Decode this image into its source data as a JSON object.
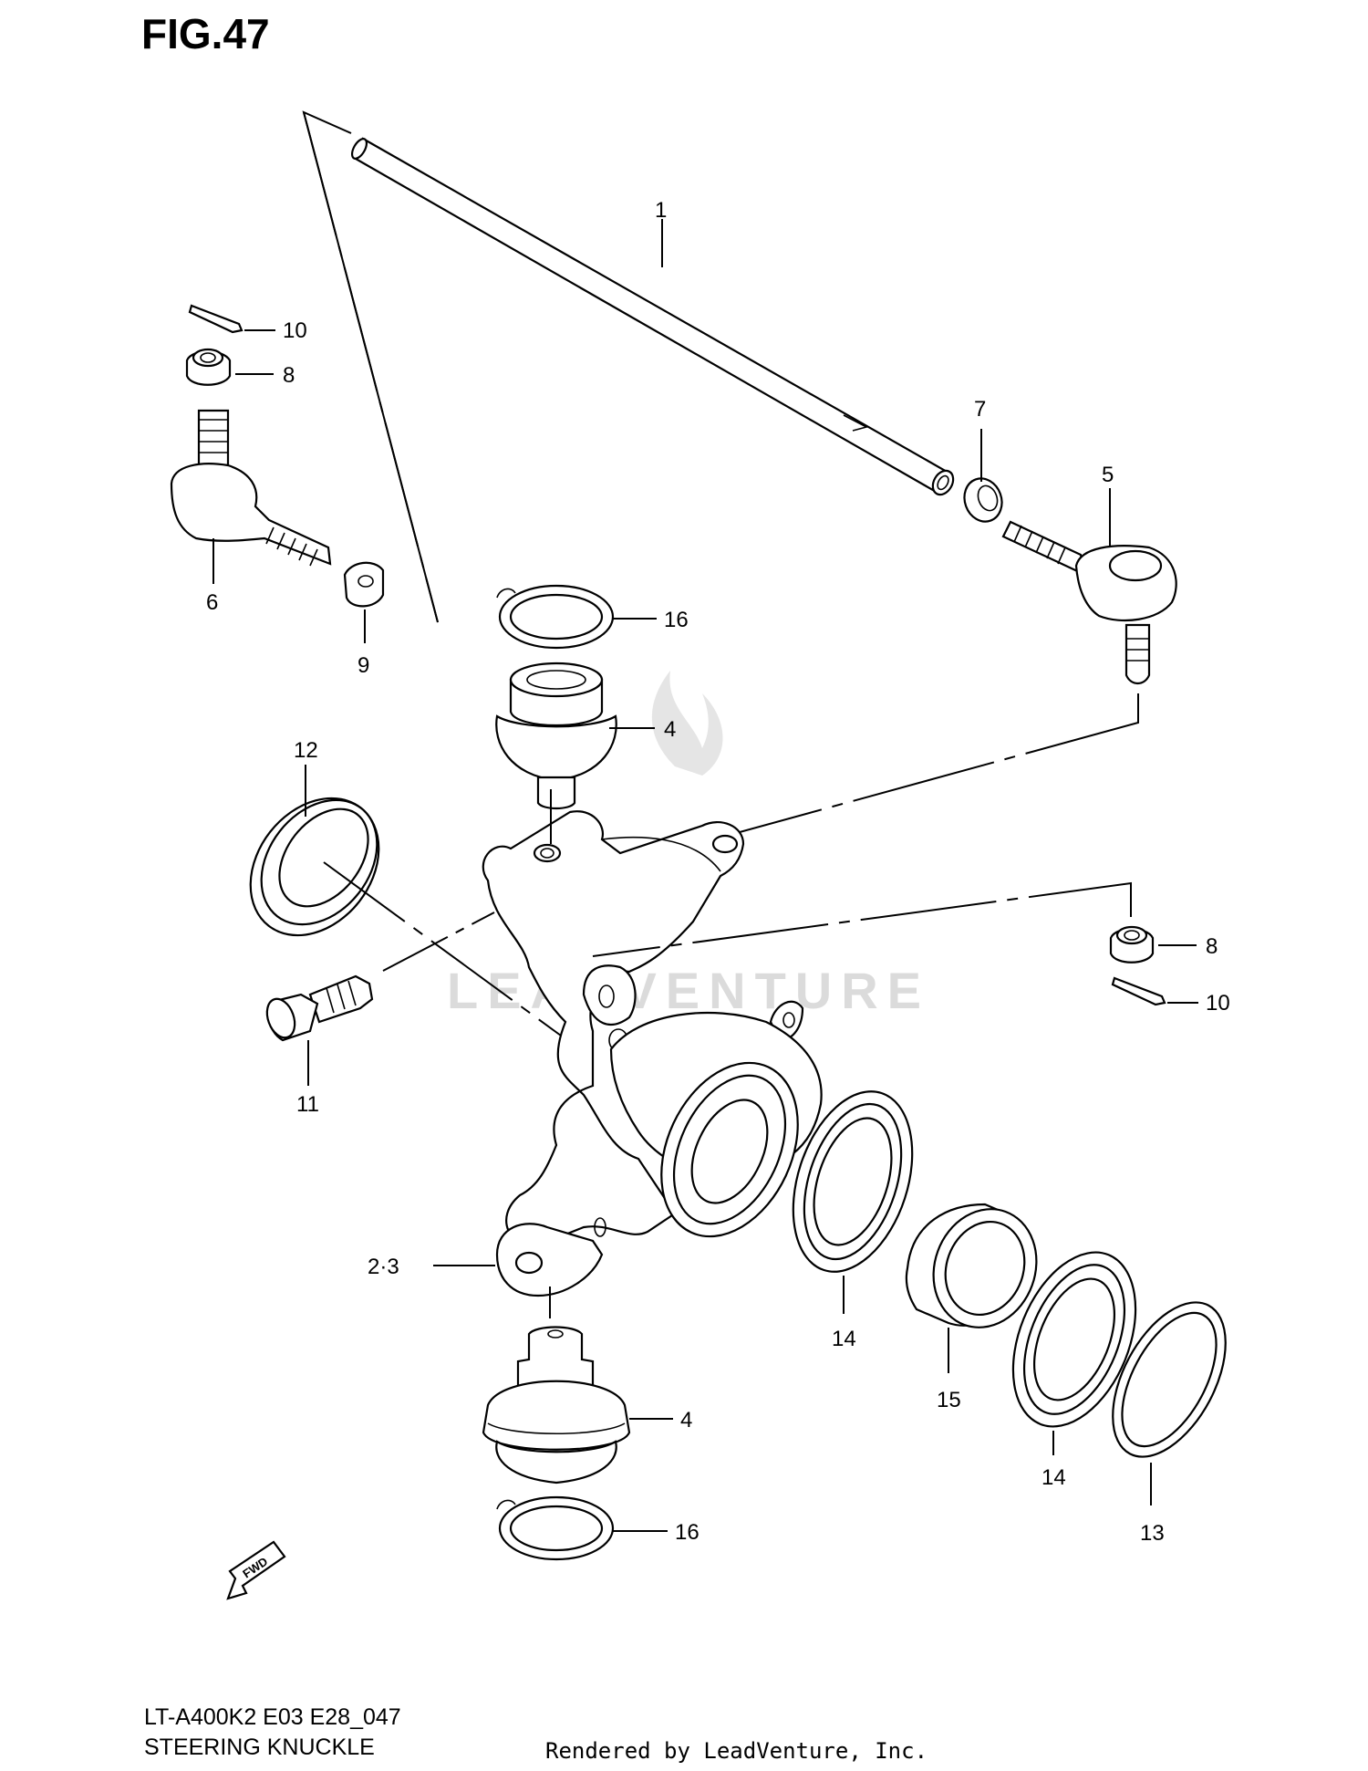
{
  "figure": {
    "title": "FIG.47",
    "model_code": "LT-A400K2 E03 E28_047",
    "section_name": "STEERING KNUCKLE",
    "credit": "Rendered by LeadVenture, Inc.",
    "watermark": "LEADVENTURE",
    "fwd_label": "FWD"
  },
  "callouts": {
    "tie_rod": "1",
    "knuckle": "2·3",
    "ball_joint_upper": "4",
    "ball_joint_lower": "4",
    "tie_rod_end_right": "5",
    "tie_rod_end_left": "6",
    "lock_nut_right": "7",
    "castle_nut_left": "8",
    "castle_nut_right": "8",
    "lock_nut_left": "9",
    "cotter_pin_left": "10",
    "cotter_pin_right": "10",
    "bolt": "11",
    "seal_left": "12",
    "seal_outer": "13",
    "bearing_outer": "14",
    "bearing_inner": "14",
    "spacer": "15",
    "circlip_upper": "16",
    "circlip_lower": "16"
  },
  "colors": {
    "line": "#000000",
    "background": "#ffffff",
    "watermark": "#d8d8d8"
  }
}
